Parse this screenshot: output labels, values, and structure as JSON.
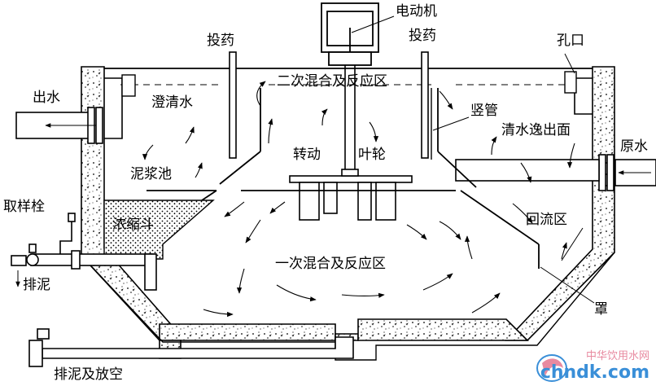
{
  "labels": {
    "motor": "电动机",
    "dosing_left": "投药",
    "dosing_right": "投药",
    "orifice": "孔口",
    "outlet_water": "出水",
    "clear_water": "澄清水",
    "second_zone": "二次混合及反应区",
    "vertical_pipe": "竖管",
    "clear_surface": "清水逸出面",
    "raw_water": "原水",
    "rotate": "转动",
    "impeller": "叶轮",
    "sludge_pit": "泥浆池",
    "sampling_cock": "取样栓",
    "thickening_hopper": "浓缩斗",
    "return_zone": "回流区",
    "first_zone": "一次混合及反应区",
    "sludge_discharge": "排泥",
    "hood": "罩",
    "drain_empty": "排泥及放空"
  },
  "watermark": {
    "cn": "中华饮用水网",
    "en": "chndk.com"
  },
  "colors": {
    "line": "#000000",
    "background": "#ffffff",
    "watermark_pink": "#e88aa0",
    "watermark_blue": "#3a8fd8"
  }
}
